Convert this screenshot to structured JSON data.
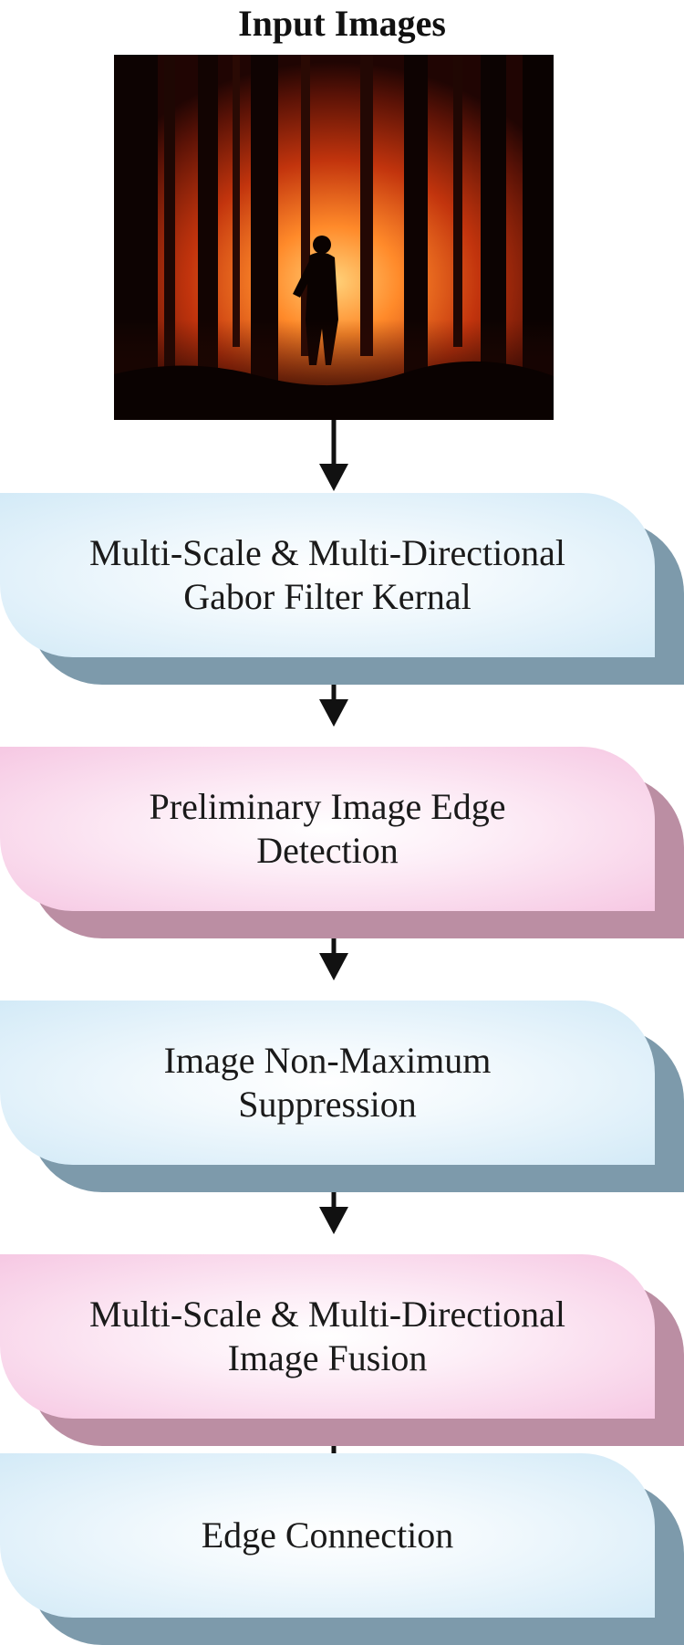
{
  "title": "Input Images",
  "input_image": {
    "icon": "forest-fire-photo",
    "description_colors": {
      "fire": "#ff6a1a",
      "dark": "#1a0602"
    }
  },
  "steps": [
    {
      "lines": [
        "Multi-Scale & Multi-Directional",
        "Gabor Filter Kernal"
      ],
      "color": "#d3eaf7"
    },
    {
      "lines": [
        "Preliminary Image Edge",
        "Detection"
      ],
      "color": "#f6c8e3"
    },
    {
      "lines": [
        "Image Non-Maximum",
        "Suppression"
      ],
      "color": "#d3eaf7"
    },
    {
      "lines": [
        "Multi-Scale & Multi-Directional",
        "Image Fusion"
      ],
      "color": "#f6c8e3"
    },
    {
      "lines": [
        "Edge Connection"
      ],
      "color": "#d3eaf7"
    }
  ]
}
